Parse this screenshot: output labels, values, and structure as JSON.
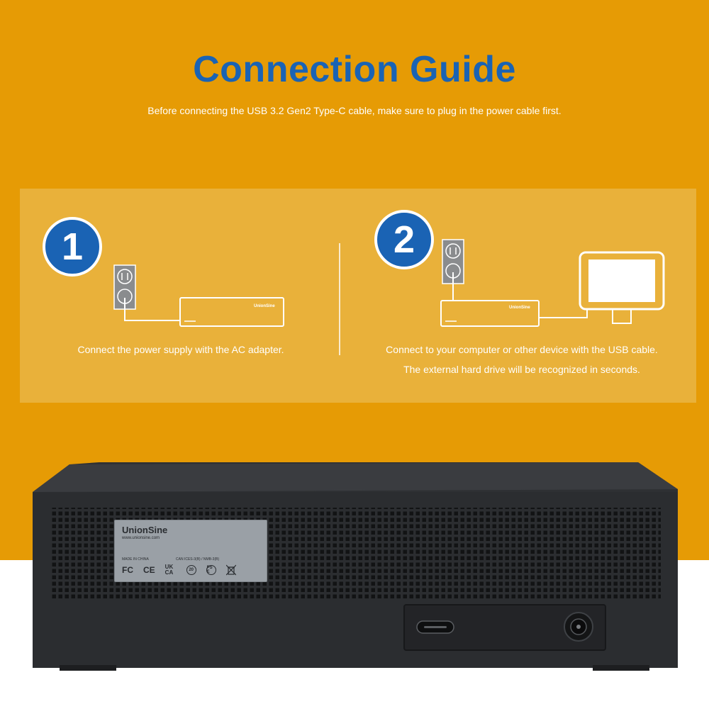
{
  "header": {
    "title": "Connection Guide",
    "subtitle": "Before connecting the USB 3.2 Gen2 Type-C cable, make sure to plug in the power cable first."
  },
  "steps": [
    {
      "number": "1",
      "captions": [
        "Connect the power supply with the AC adapter."
      ]
    },
    {
      "number": "2",
      "captions": [
        "Connect to your computer or other device with the USB cable.",
        "The external hard drive will be recognized in seconds."
      ]
    }
  ],
  "illustration": {
    "drive_brand": "UnionSine"
  },
  "device_label": {
    "brand": "UnionSine",
    "url": "www.unionsine.com",
    "made_in": "MADE IN CHINA",
    "certification": "CAN ICES-3(B) / NMB-3(B)",
    "marks": [
      "FC",
      "CE",
      "UK CA",
      "20",
      "PS E"
    ]
  },
  "icons": {
    "power-outlet-icon": "outlet",
    "monitor-icon": "monitor",
    "usb-c-port-icon": "usb-c",
    "dc-power-jack-icon": "dc-jack",
    "weee-bin-icon": "crossed-bin"
  },
  "colors": {
    "background": "#E69B05",
    "panel": "#E9B13A",
    "accent_blue": "#1A63B4",
    "device_body": "#2E3033"
  }
}
